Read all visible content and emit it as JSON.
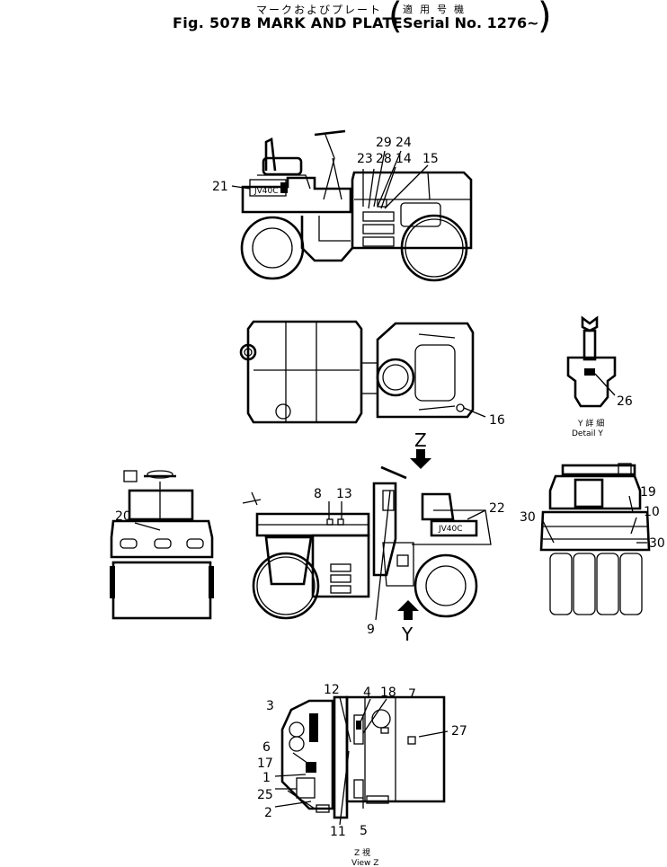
{
  "header": {
    "title_jp": "マークおよびプレート",
    "applicability_jp": "適用号機",
    "title_en": "Fig. 507B MARK AND PLATE",
    "serial": "Serial No. 1276~"
  },
  "views": {
    "detail_y_jp": "Y 詳 細",
    "detail_y_en": "Detail Y",
    "view_z_jp": "Z 視",
    "view_z_en": "View Z",
    "arrow_z": "Z",
    "arrow_y": "Y"
  },
  "machine_model_text": "JV40C",
  "callouts": {
    "side_view": [
      "21",
      "29",
      "24",
      "23",
      "28",
      "14",
      "15"
    ],
    "top_view": [
      "16"
    ],
    "detail_y": [
      "26"
    ],
    "rear_view": [
      "20"
    ],
    "left_side_view": [
      "8",
      "13",
      "22",
      "9"
    ],
    "front_view": [
      "19",
      "30",
      "10",
      "30"
    ],
    "view_z": [
      "12",
      "4",
      "18",
      "7",
      "3",
      "27",
      "6",
      "17",
      "1",
      "25",
      "2",
      "11",
      "5"
    ]
  }
}
